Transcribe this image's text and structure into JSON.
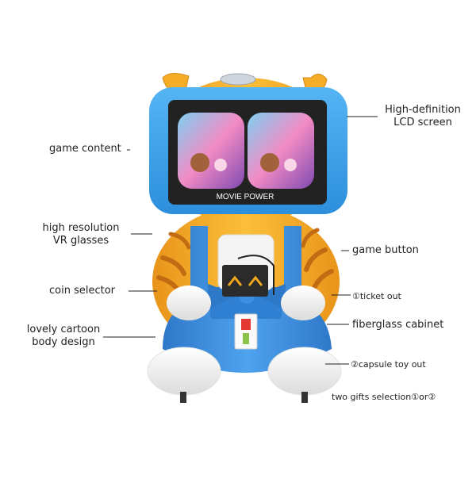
{
  "screen": {
    "brand_text": "MOVIE POWER"
  },
  "labels": {
    "game_content": "game content",
    "high_definition_line1": "High-definition",
    "high_definition_line2": "LCD screen",
    "high_resolution_line1": "high resolution",
    "high_resolution_line2": "VR glasses",
    "game_button": "game button",
    "coin_selector": "coin selector",
    "ticket_out": "①ticket out",
    "fiberglass_cabinet": "fiberglass cabinet",
    "lovely_line1": "lovely cartoon",
    "lovely_line2": "body design",
    "capsule_toy_out": "②capsule toy out",
    "two_gifts": "two gifts selection①or②"
  },
  "colors": {
    "body_orange": "#f4a81c",
    "stripe": "#c26b12",
    "overalls_blue": "#3b8ee0",
    "screen_frame": "#3aa0e8",
    "screen_bezel": "#222222",
    "white_parts": "#ffffff"
  }
}
